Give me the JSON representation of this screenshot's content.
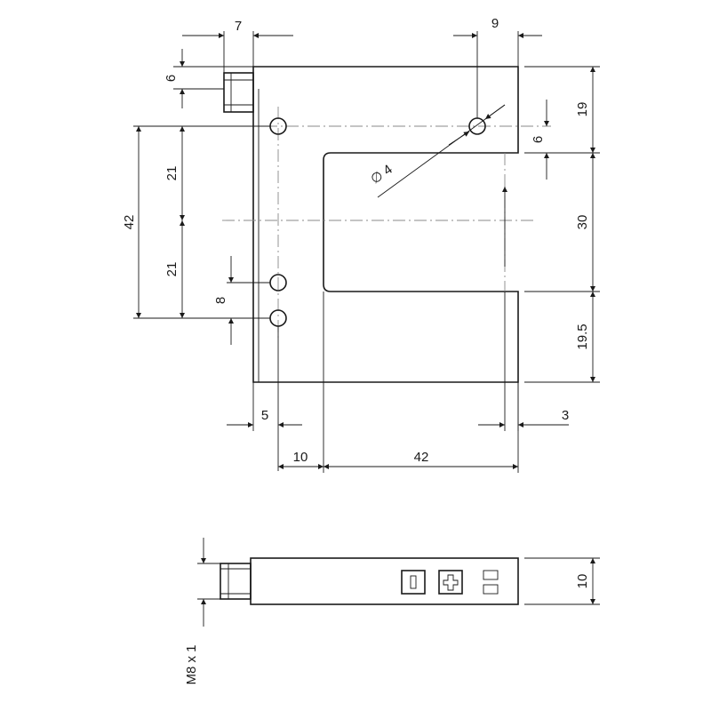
{
  "drawing": {
    "top_view": {
      "dimensions": {
        "connector_offset": "7",
        "hole_offset_right": "9",
        "connector_height": "6",
        "hole_spacing_total": "42",
        "hole_spacing_upper": "21",
        "hole_spacing_lower": "21",
        "lower_hole_gap": "8",
        "hole_diameter": "∅ 4",
        "top_arm_height": "19",
        "hole_to_slot": "6",
        "slot_width": "30",
        "bottom_arm_height": "19.5",
        "edge_to_hole": "5",
        "slot_depth_offset": "3",
        "back_width": "10",
        "slot_length": "42"
      }
    },
    "side_view": {
      "dimensions": {
        "thickness": "10",
        "thread": "M8 x 1"
      },
      "icons": [
        "minus-button-icon",
        "plus-button-icon",
        "led-indicator-icon"
      ]
    }
  }
}
